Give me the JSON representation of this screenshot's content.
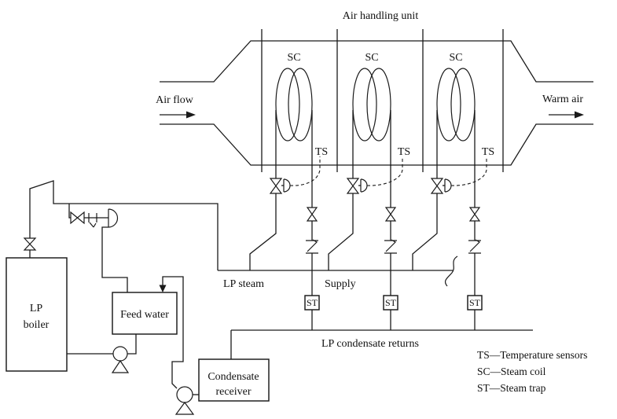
{
  "title": "Air handling unit",
  "colors": {
    "ink": "#1a1a1a",
    "background": "#ffffff"
  },
  "duct": {
    "air_flow": "Air flow",
    "warm_air": "Warm air"
  },
  "coils": {
    "sc": "SC",
    "ts": "TS",
    "st": "ST"
  },
  "piping": {
    "lp_steam": "LP steam",
    "supply": "Supply",
    "returns": "LP condensate returns"
  },
  "equipment": {
    "boiler": [
      "LP",
      "boiler"
    ],
    "feed_water": "Feed water",
    "receiver": [
      "Condensate",
      "receiver"
    ]
  },
  "legend": [
    "TS—Temperature sensors",
    "SC—Steam coil",
    "ST—Steam trap"
  ]
}
